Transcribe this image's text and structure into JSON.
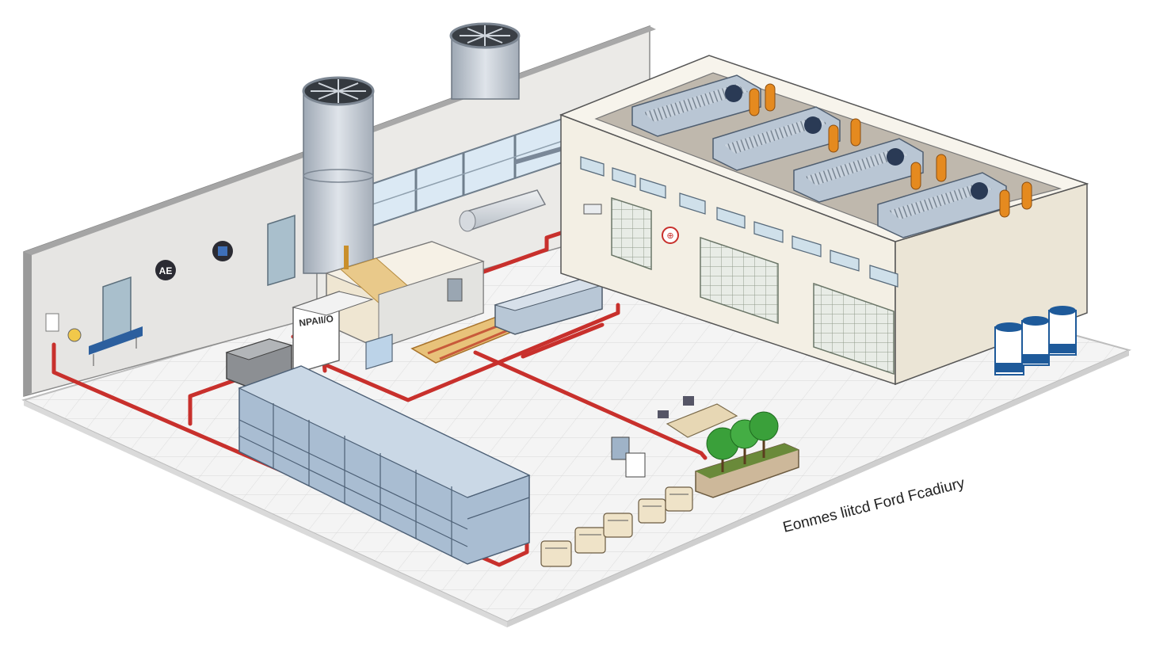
{
  "caption": "Eonmes liitcd Ford Fcadiury",
  "labels": {
    "plant_sign": "NPAII/O",
    "wall_badge_left": "AE",
    "building_sign": "⊕"
  },
  "colors": {
    "floor": "#f2f2f2",
    "grid": "#d6d6d6",
    "wall": "#e4e4e2",
    "building": "#f3efe4",
    "pipe": "#c8302c",
    "equipment": "#aebfd2",
    "accent_orange": "#e58a1f",
    "drum_blue": "#1e5a9a",
    "tree": "#3aa03a"
  },
  "icons": [
    "exhaust-fan-icon",
    "wall-badge-icon",
    "door-icon",
    "window-icon",
    "drum-icon",
    "tree-icon"
  ]
}
